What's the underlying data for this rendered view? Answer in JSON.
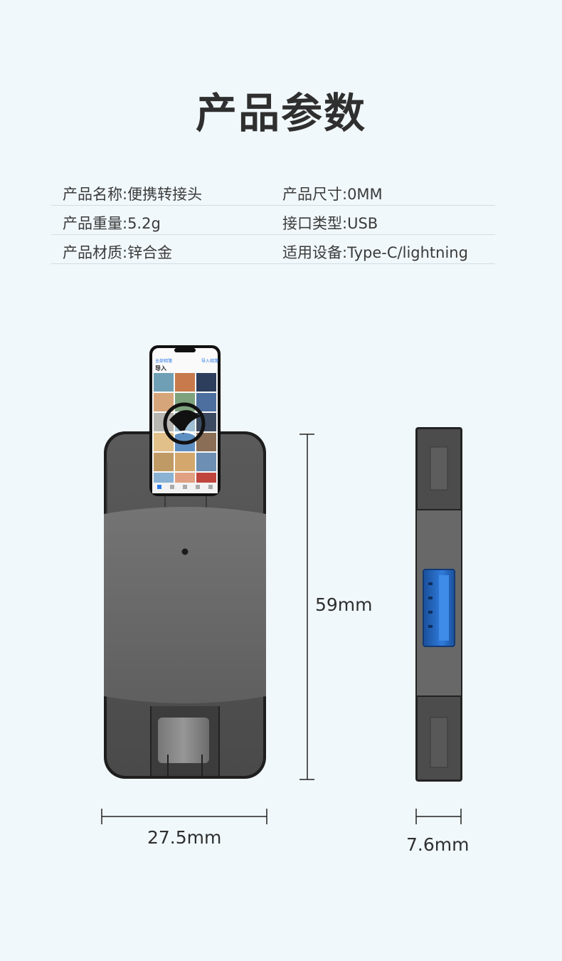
{
  "page": {
    "title": "产品参数"
  },
  "specs": [
    {
      "left": "产品名称:便携转接头",
      "right": "产品尺寸:0MM"
    },
    {
      "left": "产品重量:5.2g",
      "right": "接口类型:USB"
    },
    {
      "left": "产品材质:锌合金",
      "right": "适用设备:Type-C/lightning"
    }
  ],
  "phone": {
    "back_text": "全部相簿",
    "action_text": "导入相簿",
    "heading": "导入"
  },
  "dimensions": {
    "height": "59mm",
    "width": "27.5mm",
    "depth": "7.6mm"
  },
  "colors": {
    "background": "#f1f8fb",
    "body_gray": "#6b6b6b",
    "usb_blue": "#1d63c4"
  }
}
